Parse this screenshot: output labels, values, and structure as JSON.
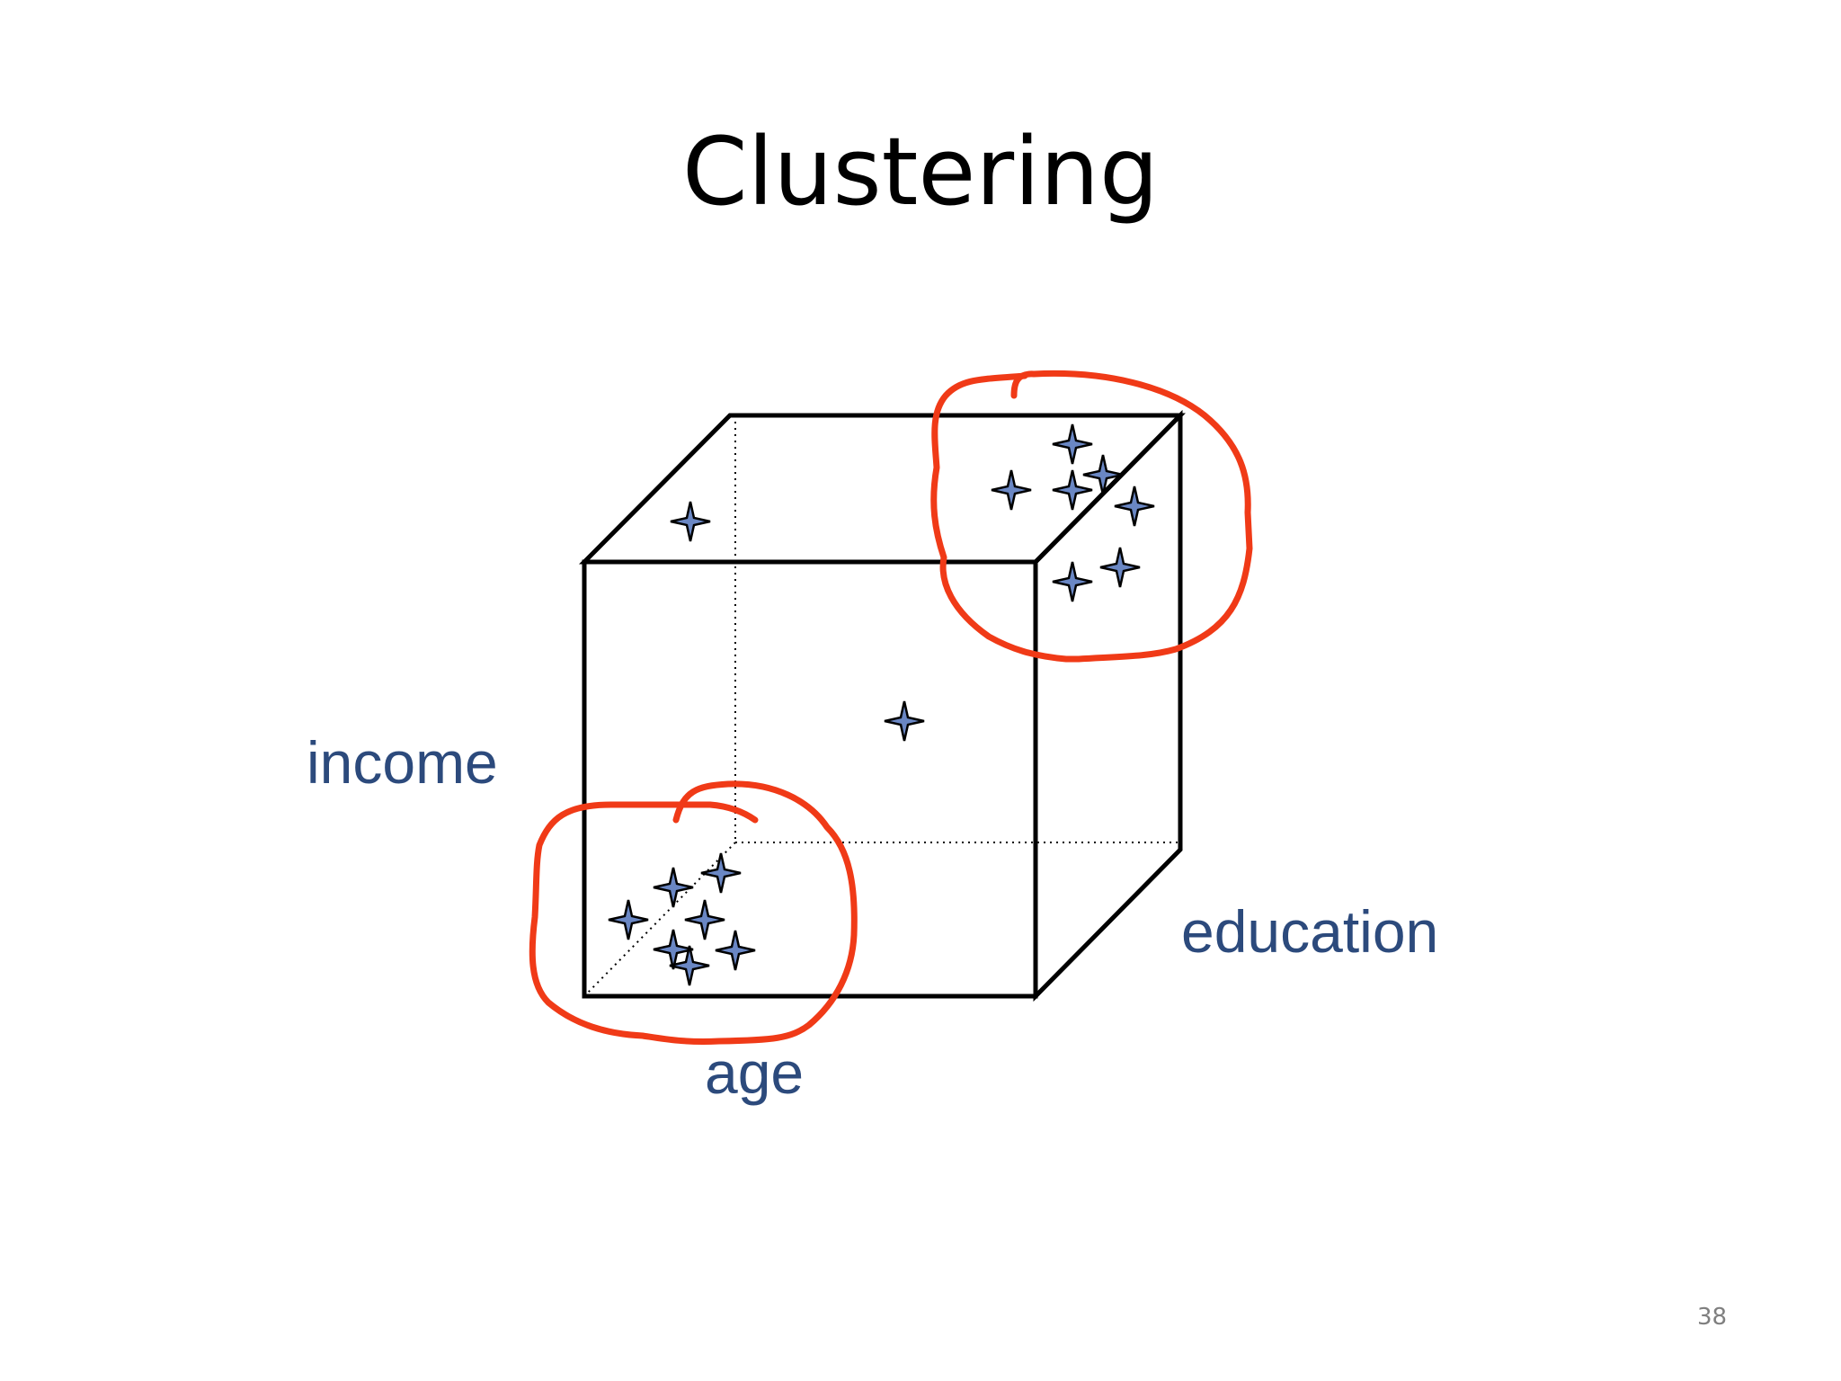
{
  "slide": {
    "title": "Clustering",
    "page_number": "38"
  },
  "axes": {
    "x_label": "age",
    "y_label": "income",
    "z_label": "education"
  },
  "points": [
    {
      "id": "outlier-top-face",
      "cluster": "none"
    },
    {
      "id": "outlier-center",
      "cluster": "none"
    },
    {
      "id": "c1-1",
      "cluster": "upper-right"
    },
    {
      "id": "c1-2",
      "cluster": "upper-right"
    },
    {
      "id": "c1-3",
      "cluster": "upper-right"
    },
    {
      "id": "c1-4",
      "cluster": "upper-right"
    },
    {
      "id": "c1-5",
      "cluster": "upper-right"
    },
    {
      "id": "c1-6",
      "cluster": "upper-right"
    },
    {
      "id": "c1-7",
      "cluster": "upper-right"
    },
    {
      "id": "c2-1",
      "cluster": "lower-left"
    },
    {
      "id": "c2-2",
      "cluster": "lower-left"
    },
    {
      "id": "c2-3",
      "cluster": "lower-left"
    },
    {
      "id": "c2-4",
      "cluster": "lower-left"
    },
    {
      "id": "c2-5",
      "cluster": "lower-left"
    },
    {
      "id": "c2-6",
      "cluster": "lower-left"
    },
    {
      "id": "c2-7",
      "cluster": "lower-left"
    }
  ],
  "colors": {
    "label": "#2c4a7c",
    "cube_edge": "#000000",
    "point_fill": "#6a87c4",
    "cluster_circle": "#f03a17",
    "title": "#000000",
    "page_number": "#7f7f7f"
  }
}
